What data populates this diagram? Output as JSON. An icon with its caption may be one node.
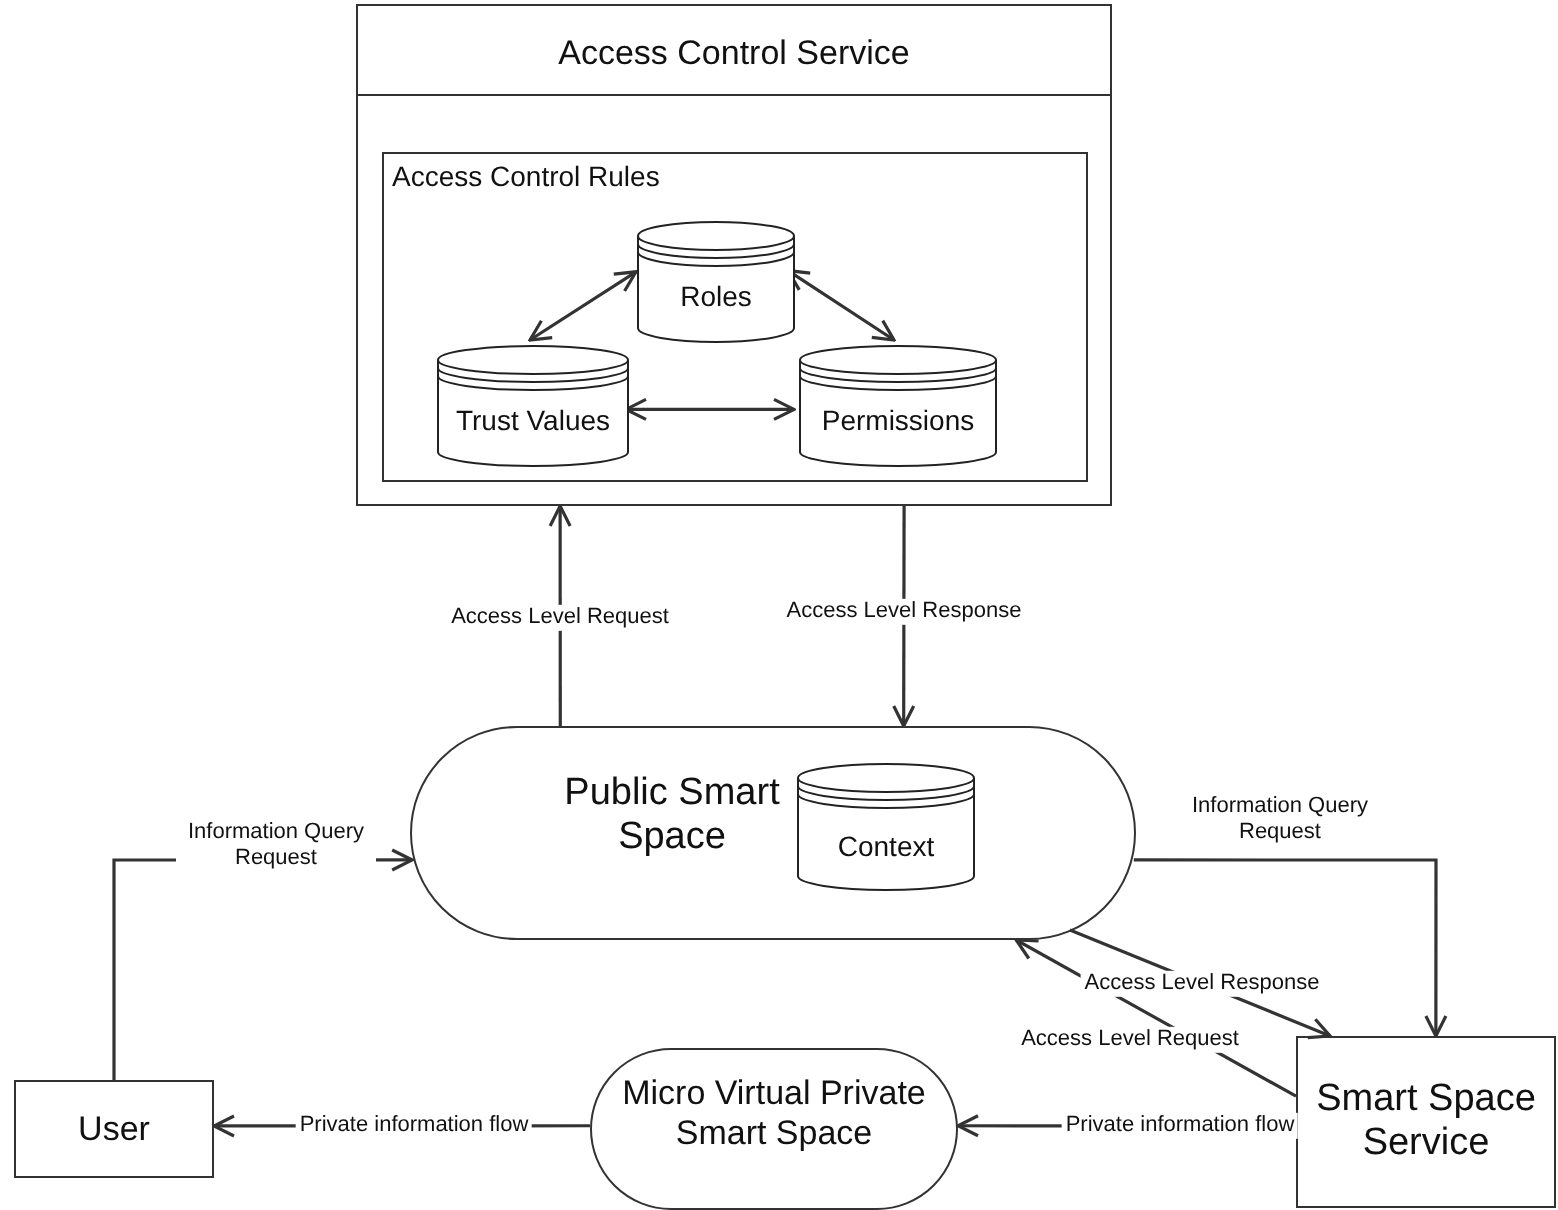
{
  "diagram": {
    "nodes": [
      {
        "text": [
          "Access Control Service"
        ]
      },
      {
        "text": [
          "Access Control Rules"
        ],
        "in": 0
      },
      {
        "text": [
          "Roles"
        ],
        "in": 1
      },
      {
        "text": [
          "Trust Values"
        ],
        "in": 1
      },
      {
        "text": [
          "Permissions"
        ],
        "in": 1
      },
      {
        "text": [
          "Public Smart Space"
        ]
      },
      {
        "text": [
          "Context"
        ],
        "in": 5
      },
      {
        "text": [
          "User"
        ]
      },
      {
        "text": [
          "Micro Virtual Private Smart Space"
        ]
      },
      {
        "text": [
          "Smart Space Service"
        ]
      }
    ],
    "edges": [
      {
        "from": 3,
        "to": 2,
        "arrow": "both"
      },
      {
        "from": 2,
        "to": 4,
        "arrow": "both"
      },
      {
        "from": 3,
        "to": 4,
        "arrow": "both"
      },
      {
        "from": 5,
        "to": 0,
        "arrow": "to",
        "label": "Access Level Request"
      },
      {
        "from": 0,
        "to": 5,
        "arrow": "to",
        "label": "Access Level Response"
      },
      {
        "from": 7,
        "to": 5,
        "arrow": "to",
        "label": "Information Query Request"
      },
      {
        "from": 5,
        "to": 9,
        "arrow": "to",
        "label": "Information Query Request"
      },
      {
        "from": 5,
        "to": 9,
        "arrow": "to",
        "label": "Access Level Response"
      },
      {
        "from": 9,
        "to": 5,
        "arrow": "to",
        "label": "Access Level Request"
      },
      {
        "from": 9,
        "to": 8,
        "arrow": "to",
        "label": "Private information flow"
      },
      {
        "from": 8,
        "to": 7,
        "arrow": "to",
        "label": "Private information flow"
      }
    ]
  }
}
